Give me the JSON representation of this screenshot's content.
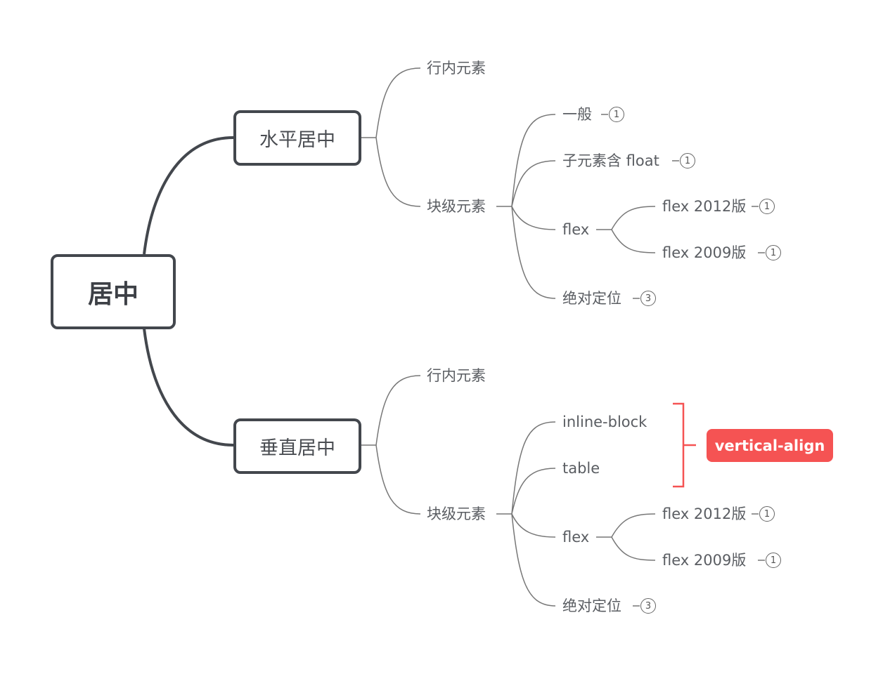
{
  "colors": {
    "line": "#43474d",
    "thin": "#777777",
    "accent": "#f55353"
  },
  "root": {
    "label": "居中"
  },
  "horizontal": {
    "label": "水平居中",
    "inline": "行内元素",
    "block": {
      "label": "块级元素",
      "items": [
        {
          "label": "一般",
          "badge": "1"
        },
        {
          "label": "子元素含 float",
          "badge": "1"
        },
        {
          "label": "flex",
          "children": [
            {
              "label": "flex 2012版",
              "badge": "1"
            },
            {
              "label": "flex 2009版",
              "badge": "1"
            }
          ]
        },
        {
          "label": "绝对定位",
          "badge": "3"
        }
      ]
    }
  },
  "vertical": {
    "label": "垂直居中",
    "inline": "行内元素",
    "block": {
      "label": "块级元素",
      "items": [
        {
          "label": "inline-block"
        },
        {
          "label": "table"
        },
        {
          "label": "flex",
          "children": [
            {
              "label": "flex 2012版",
              "badge": "1"
            },
            {
              "label": "flex 2009版",
              "badge": "1"
            }
          ]
        },
        {
          "label": "绝对定位",
          "badge": "3"
        }
      ]
    },
    "summary": "vertical-align"
  }
}
